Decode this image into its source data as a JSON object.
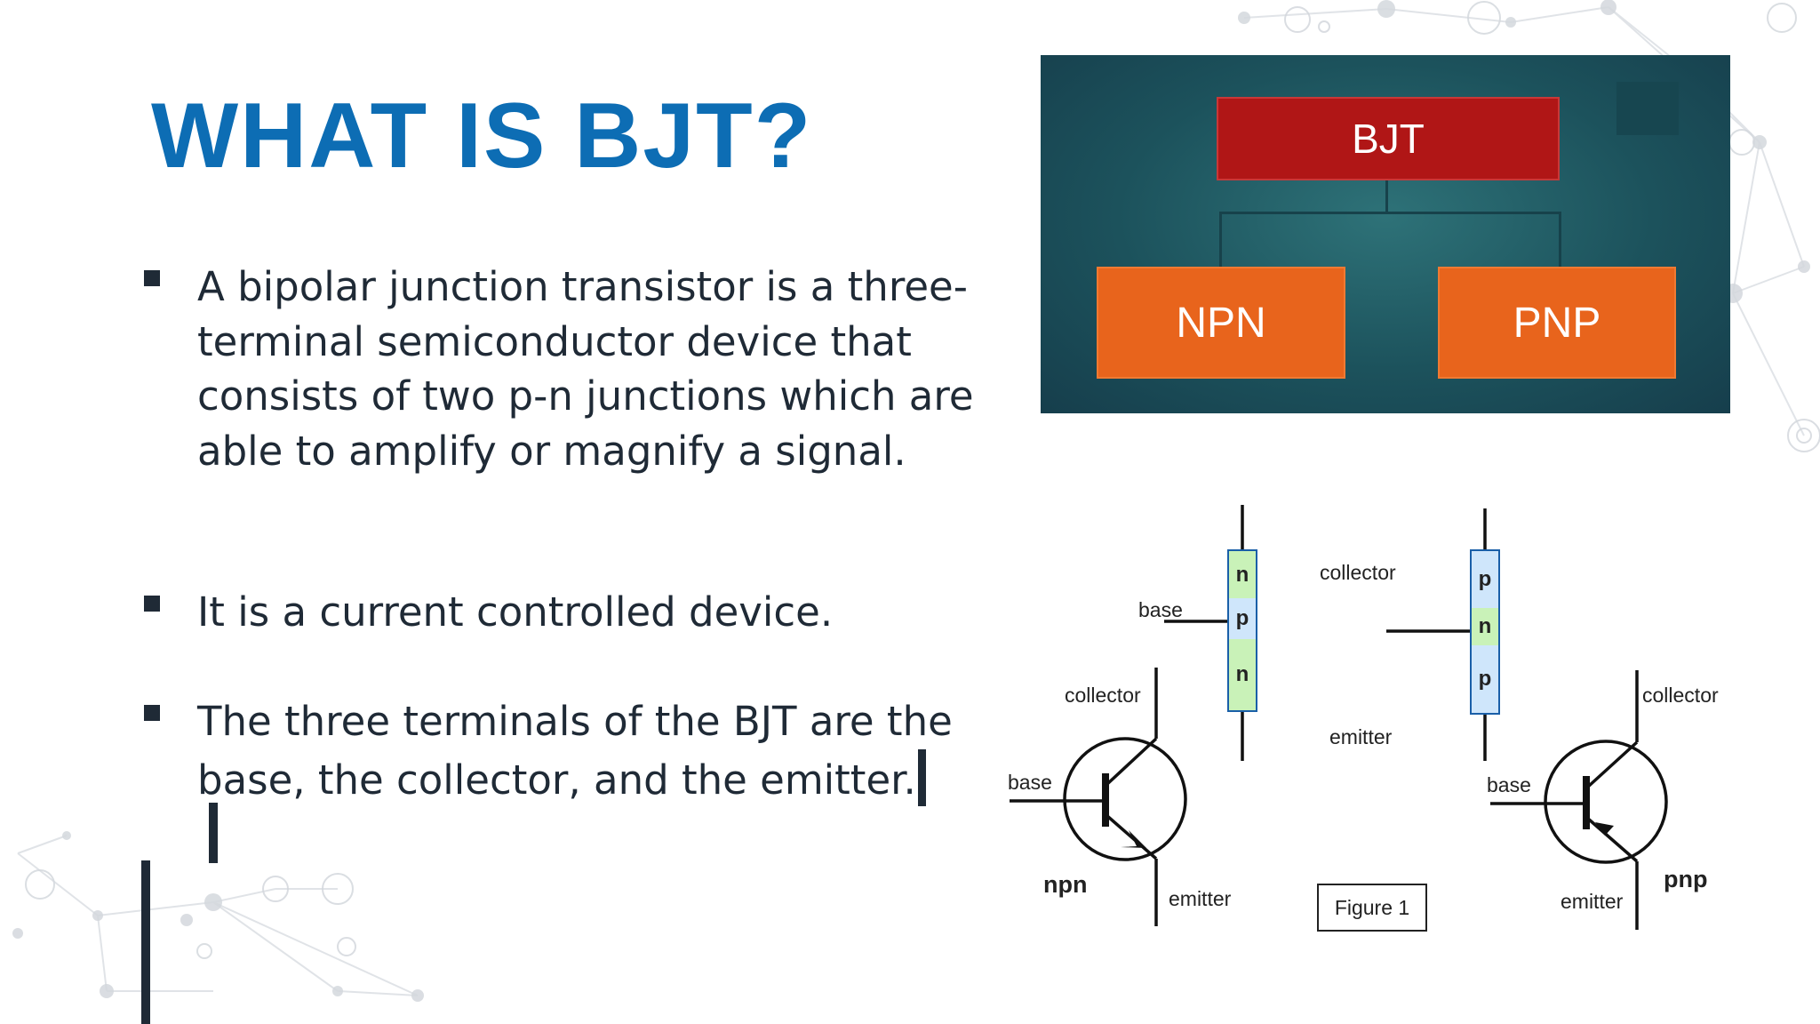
{
  "slide": {
    "title": "WHAT IS BJT?",
    "bullets": [
      "A bipolar junction transistor is a three-terminal semiconductor device that consists of two p-n junctions which are able to amplify or magnify a signal.",
      "It is a current controlled device.",
      "The three terminals of the BJT are the base, the collector, and the emitter."
    ]
  },
  "tree": {
    "root": "BJT",
    "left": "NPN",
    "right": "PNP"
  },
  "diagram": {
    "npn_stack": {
      "layers": [
        "n",
        "p",
        "n"
      ],
      "base_label": "base"
    },
    "pnp_stack": {
      "layers": [
        "p",
        "n",
        "p"
      ]
    },
    "center_labels": {
      "collector": "collector",
      "emitter": "emitter"
    },
    "npn_symbol": {
      "collector": "collector",
      "base": "base",
      "emitter": "emitter",
      "name": "npn"
    },
    "pnp_symbol": {
      "collector": "collector",
      "base": "base",
      "emitter": "emitter",
      "name": "pnp"
    },
    "caption": "Figure 1"
  },
  "colors": {
    "title": "#0d6db4",
    "text": "#1f2a36",
    "tree_root": "#b01616",
    "tree_child": "#e8641c",
    "tree_bg": "#1c525c",
    "layer_n": "#c9f2b8",
    "layer_p": "#cfe6fb"
  }
}
